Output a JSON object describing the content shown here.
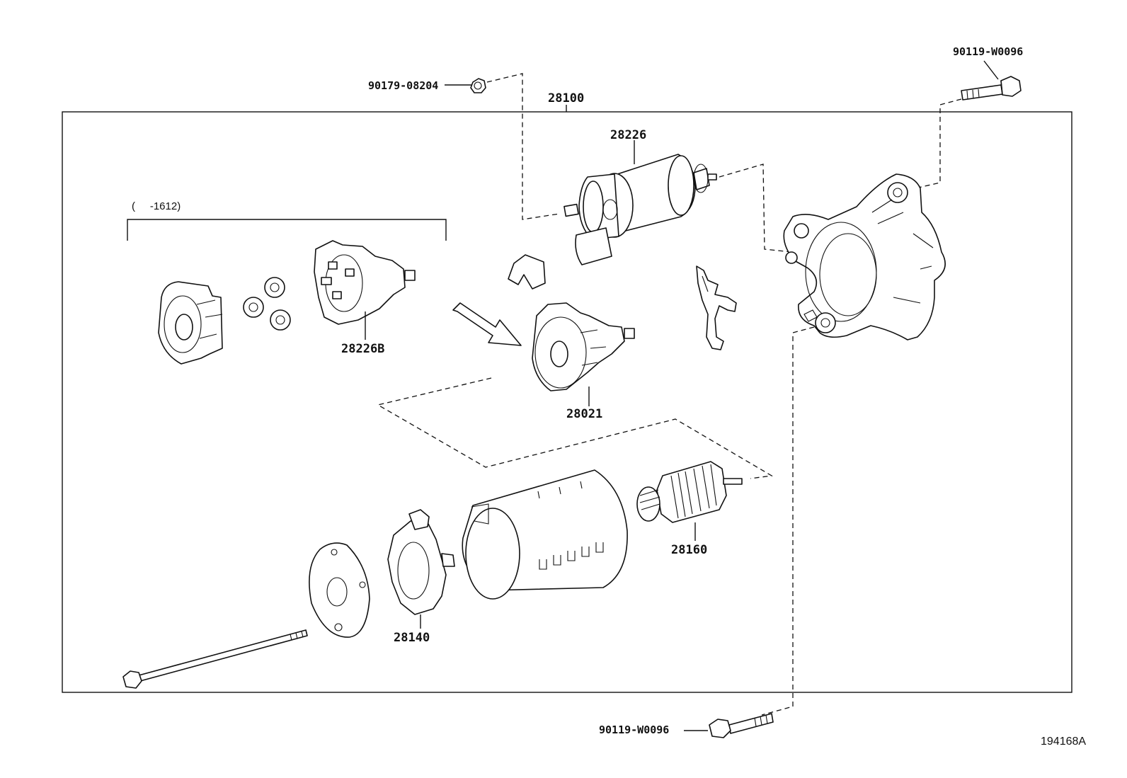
{
  "callouts": {
    "nut_top": "90179-08204",
    "bolt_top_right": "90119-W0096",
    "starter_assy": "28100",
    "solenoid": "28226",
    "range_note": "(     -1612)",
    "clutch_kit": "28226B",
    "clutch_assy": "28021",
    "armature": "28160",
    "brush_holder": "28140",
    "bolt_bottom": "90119-W0096"
  },
  "figure_code": "194168A",
  "colors": {
    "line": "#111111",
    "background": "#ffffff"
  }
}
